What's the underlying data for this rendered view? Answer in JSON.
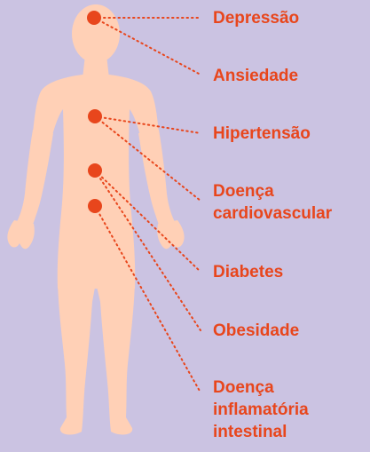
{
  "colors": {
    "background": "#cbc3e2",
    "body_silhouette": "#ffd0b6",
    "marker": "#e8461c",
    "label_text": "#e8461c"
  },
  "labels": {
    "depressao": "Depressão",
    "ansiedade": "Ansiedade",
    "hipertensao": "Hipertensão",
    "doenca_cardio_1": "Doença",
    "doenca_cardio_2": "cardiovascular",
    "diabetes": "Diabetes",
    "obesidade": "Obesidade",
    "dii_1": "Doença",
    "dii_2": "inflamatória",
    "dii_3": "intestinal"
  },
  "markers": [
    "head",
    "chest",
    "upper-abdomen",
    "lower-abdomen"
  ]
}
